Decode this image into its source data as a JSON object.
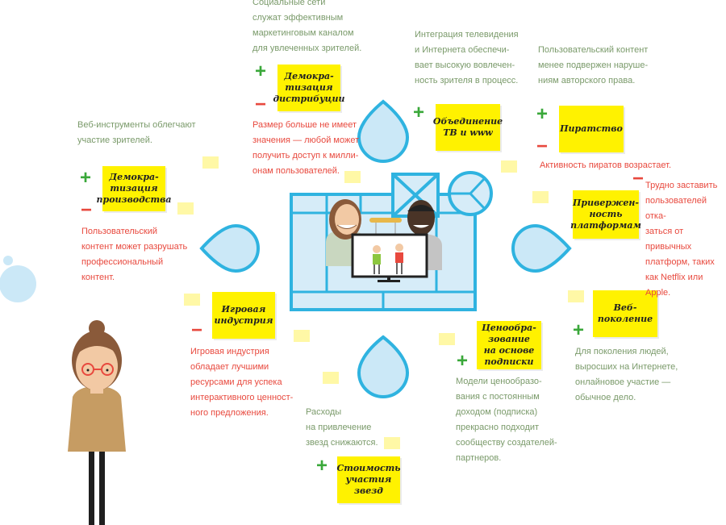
{
  "center": {
    "labels": [
      {
        "key": "distribution",
        "text": "Демокра-\nтизация\nдистрибуции"
      },
      {
        "key": "production",
        "text": "Демокра-\nтизация\nпроизводства"
      },
      {
        "key": "tvweb",
        "text": "Объединение\nТВ и www"
      },
      {
        "key": "piracy",
        "text": "Пиратство"
      },
      {
        "key": "platforms",
        "text": "Привержен-\nность\nплатформам"
      },
      {
        "key": "games",
        "text": "Игровая\nиндустрия"
      },
      {
        "key": "webgen",
        "text": "Веб-\nпоколение"
      },
      {
        "key": "subscription",
        "text": "Ценообра-\nзование\nна основе\nподписки"
      },
      {
        "key": "stars",
        "text": "Стоимость\nучастия\nзвезд"
      }
    ]
  },
  "notes": {
    "distribution_plus": "Социальные сети\nслужат эффективным\nмаркетинговым каналом\nдля увлеченных зрителей.",
    "distribution_minus": "Размер больше не имеет\nзначения — любой может\nполучить доступ к милли-\nонам пользователей.",
    "production_plus": "Веб-инструменты облегчают\nучастие зрителей.",
    "production_minus": "Пользовательский\nконтент может разрушать\nпрофессиональный\nконтент.",
    "tvweb_plus": "Интеграция телевидения\nи Интернета обеспечи-\nвает высокую вовлечен-\nность зрителя в процесс.",
    "piracy_plus": "Пользовательский контент\nменее подвержен наруше-\nниям авторского права.",
    "piracy_minus": "Активность пиратов возрастает.",
    "platforms_minus": "Трудно заставить\nпользователей отка-\nзаться от привычных\nплатформ, таких\nкак Netflix или Apple.",
    "games_minus": "Игровая индустрия\nобладает лучшими\nресурсами для успека\nинтерактивного ценност-\nного предложения.",
    "webgen_plus": "Для поколения людей,\nвыросших на Интернете,\nонлайновое участие —\nобычное дело.",
    "subscription_plus": "Модели ценообразо-\nвания с постоянным\nдоходом (подписка)\nпрекрасно подходит\nсообществу создателей-\nпартнеров.",
    "stars_plus": "Расходы\nна привлечение\nзвезд снижаются."
  },
  "signs": {
    "plus": "+",
    "minus": "−"
  },
  "colors": {
    "frame": "#2fb3e0",
    "drop_fill": "#cbe8f7",
    "sticky": "#fff200",
    "plus": "#3aa83a",
    "minus": "#e8493e",
    "note_green": "#7a9a6a"
  }
}
